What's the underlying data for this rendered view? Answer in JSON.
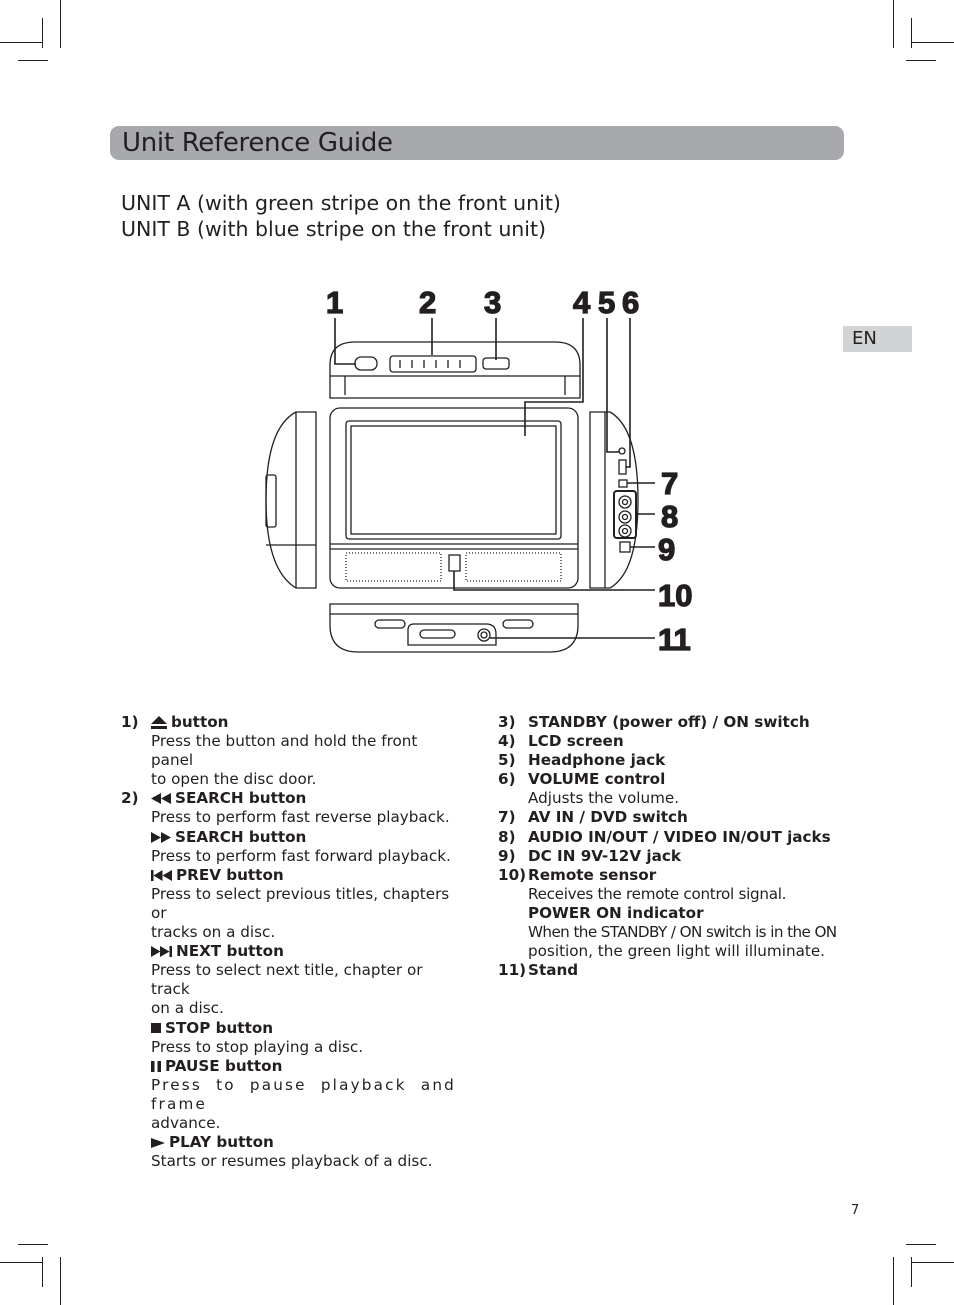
{
  "header": {
    "title": "Unit Reference Guide"
  },
  "subtitles": [
    "UNIT A (with green stripe on the front unit)",
    "UNIT B (with blue stripe on the front unit)"
  ],
  "lang_tab": "EN",
  "page_number": "7",
  "diagram": {
    "callouts": [
      "1",
      "2",
      "3",
      "4",
      "5",
      "6",
      "7",
      "8",
      "9",
      "10",
      "11"
    ]
  },
  "left_column": {
    "item1": {
      "num": "1)",
      "title": "button",
      "icon": "eject-icon",
      "desc": [
        "Press the button and hold the front panel",
        "to open the disc door."
      ]
    },
    "item2": {
      "num": "2)",
      "entries": [
        {
          "icon": "rewind-icon",
          "title": "SEARCH button",
          "desc": [
            "Press to perform fast reverse playback."
          ]
        },
        {
          "icon": "fast-forward-icon",
          "title": "SEARCH button",
          "desc": [
            "Press to perform fast forward playback."
          ]
        },
        {
          "icon": "previous-track-icon",
          "title": "PREV button",
          "desc": [
            "Press to select previous titles, chapters or",
            "tracks on a disc."
          ]
        },
        {
          "icon": "next-track-icon",
          "title": "NEXT button",
          "desc": [
            "Press to select next title, chapter or track",
            "on a disc."
          ]
        },
        {
          "icon": "stop-icon",
          "title": "STOP button",
          "desc": [
            "Press to stop playing a disc."
          ]
        },
        {
          "icon": "pause-icon",
          "title": "PAUSE button",
          "desc": [
            "Press to pause playback and frame",
            "advance."
          ]
        },
        {
          "icon": "play-icon",
          "title": "PLAY button",
          "desc": [
            "Starts or resumes playback of a disc."
          ]
        }
      ]
    }
  },
  "right_column": {
    "items": [
      {
        "num": "3)",
        "title": "STANDBY (power off) / ON switch"
      },
      {
        "num": "4)",
        "title": "LCD screen"
      },
      {
        "num": "5)",
        "title": "Headphone jack"
      },
      {
        "num": "6)",
        "title": "VOLUME control",
        "desc": "Adjusts the volume."
      },
      {
        "num": "7)",
        "title": "AV IN / DVD switch"
      },
      {
        "num": "8)",
        "title": "AUDIO IN/OUT / VIDEO IN/OUT jacks"
      },
      {
        "num": "9)",
        "title": "DC IN 9V-12V jack"
      },
      {
        "num": "10)",
        "title": "Remote sensor",
        "desc": "Receives the remote control signal.",
        "title2": "POWER ON indicator",
        "desc2": [
          "When the STANDBY / ON switch is in the ON",
          "position, the green light will illuminate."
        ]
      },
      {
        "num": "11)",
        "title": "Stand"
      }
    ]
  }
}
